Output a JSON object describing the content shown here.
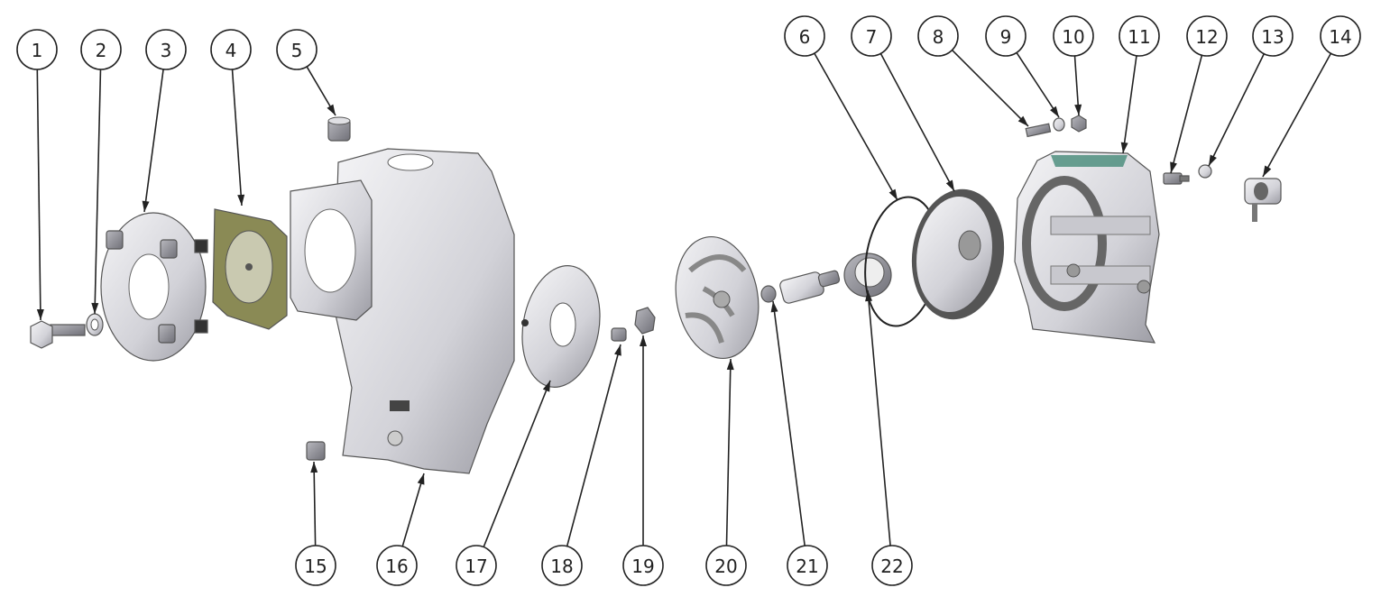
{
  "diagram": {
    "title": "Pump exploded view",
    "colors": {
      "metal": "#d4d4d8",
      "metal_dark": "#9a9aa0",
      "gasket": "#8a8a55",
      "accent": "#4f8f7f",
      "line": "#222222"
    },
    "callouts": [
      {
        "label": "1"
      },
      {
        "label": "2"
      },
      {
        "label": "3"
      },
      {
        "label": "4"
      },
      {
        "label": "5"
      },
      {
        "label": "6"
      },
      {
        "label": "7"
      },
      {
        "label": "8"
      },
      {
        "label": "9"
      },
      {
        "label": "10"
      },
      {
        "label": "11"
      },
      {
        "label": "12"
      },
      {
        "label": "13"
      },
      {
        "label": "14"
      },
      {
        "label": "15"
      },
      {
        "label": "16"
      },
      {
        "label": "17"
      },
      {
        "label": "18"
      },
      {
        "label": "19"
      },
      {
        "label": "20"
      },
      {
        "label": "21"
      },
      {
        "label": "22"
      }
    ]
  }
}
